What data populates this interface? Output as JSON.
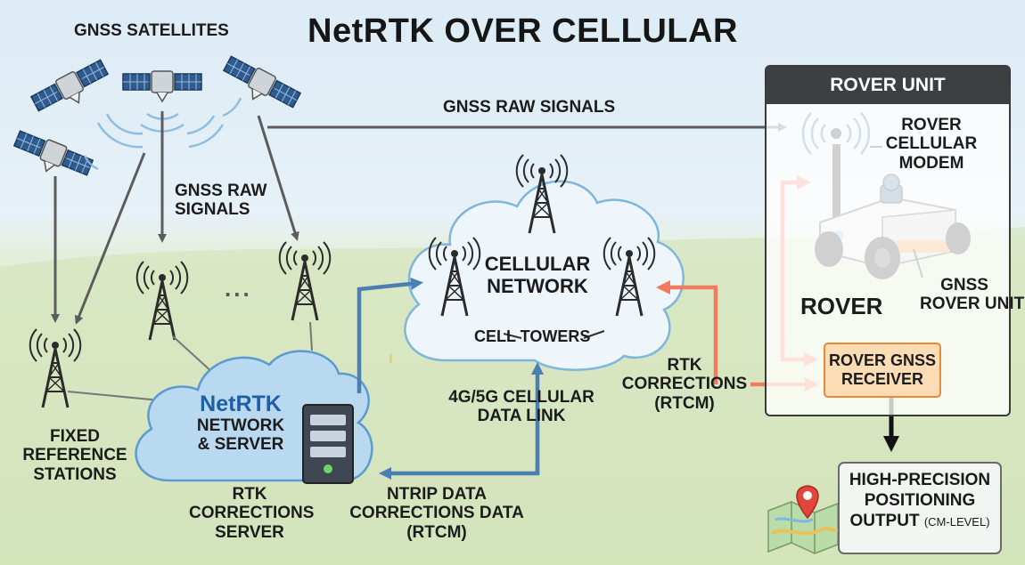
{
  "title": "NetRTK OVER CELLULAR",
  "labels": {
    "satellites": "GNSS SATELLITES",
    "raw_signals_top": "GNSS RAW SIGNALS",
    "raw_signals_left": [
      "GNSS RAW",
      "SIGNALS"
    ],
    "ellipsis": "...",
    "fixed_stations": [
      "FIXED",
      "REFERENCE",
      "STATIONS"
    ],
    "netrtk_title": "NetRTK",
    "netrtk_sub": [
      "NETWORK",
      "& SERVER"
    ],
    "rtk_server": [
      "RTK",
      "CORRECTIONS",
      "SERVER"
    ],
    "ntrip": [
      "NTRIP DATA",
      "CORRECTIONS DATA",
      "(RTCM)"
    ],
    "cellular_link": [
      "4G/5G CELLULAR",
      "DATA LINK"
    ],
    "cellular_network": [
      "CELLULAR",
      "NETWORK"
    ],
    "cell_towers": "CELL TOWERS",
    "rtk_corrections": [
      "RTK",
      "CORRECTIONS",
      "(RTCM)"
    ]
  },
  "rover": {
    "header": "ROVER UNIT",
    "modem": [
      "ROVER",
      "CELLULAR",
      "MODEM"
    ],
    "rover_label": "ROVER",
    "gnss_unit": [
      "GNSS",
      "ROVER UNIT"
    ],
    "receiver": [
      "ROVER GNSS",
      "RECEIVER"
    ]
  },
  "output": {
    "line1": "HIGH-PRECISION",
    "line2": "POSITIONING",
    "line3": "OUTPUT",
    "unit": "(CM-LEVEL)"
  },
  "colors": {
    "blue_arrow": "#4b7fb2",
    "orange_arrow": "#ef7c5c",
    "gray_arrow": "#5c5c5c",
    "cloud_blue": "#b9d9f1",
    "cloud_light": "#eef5fb"
  }
}
